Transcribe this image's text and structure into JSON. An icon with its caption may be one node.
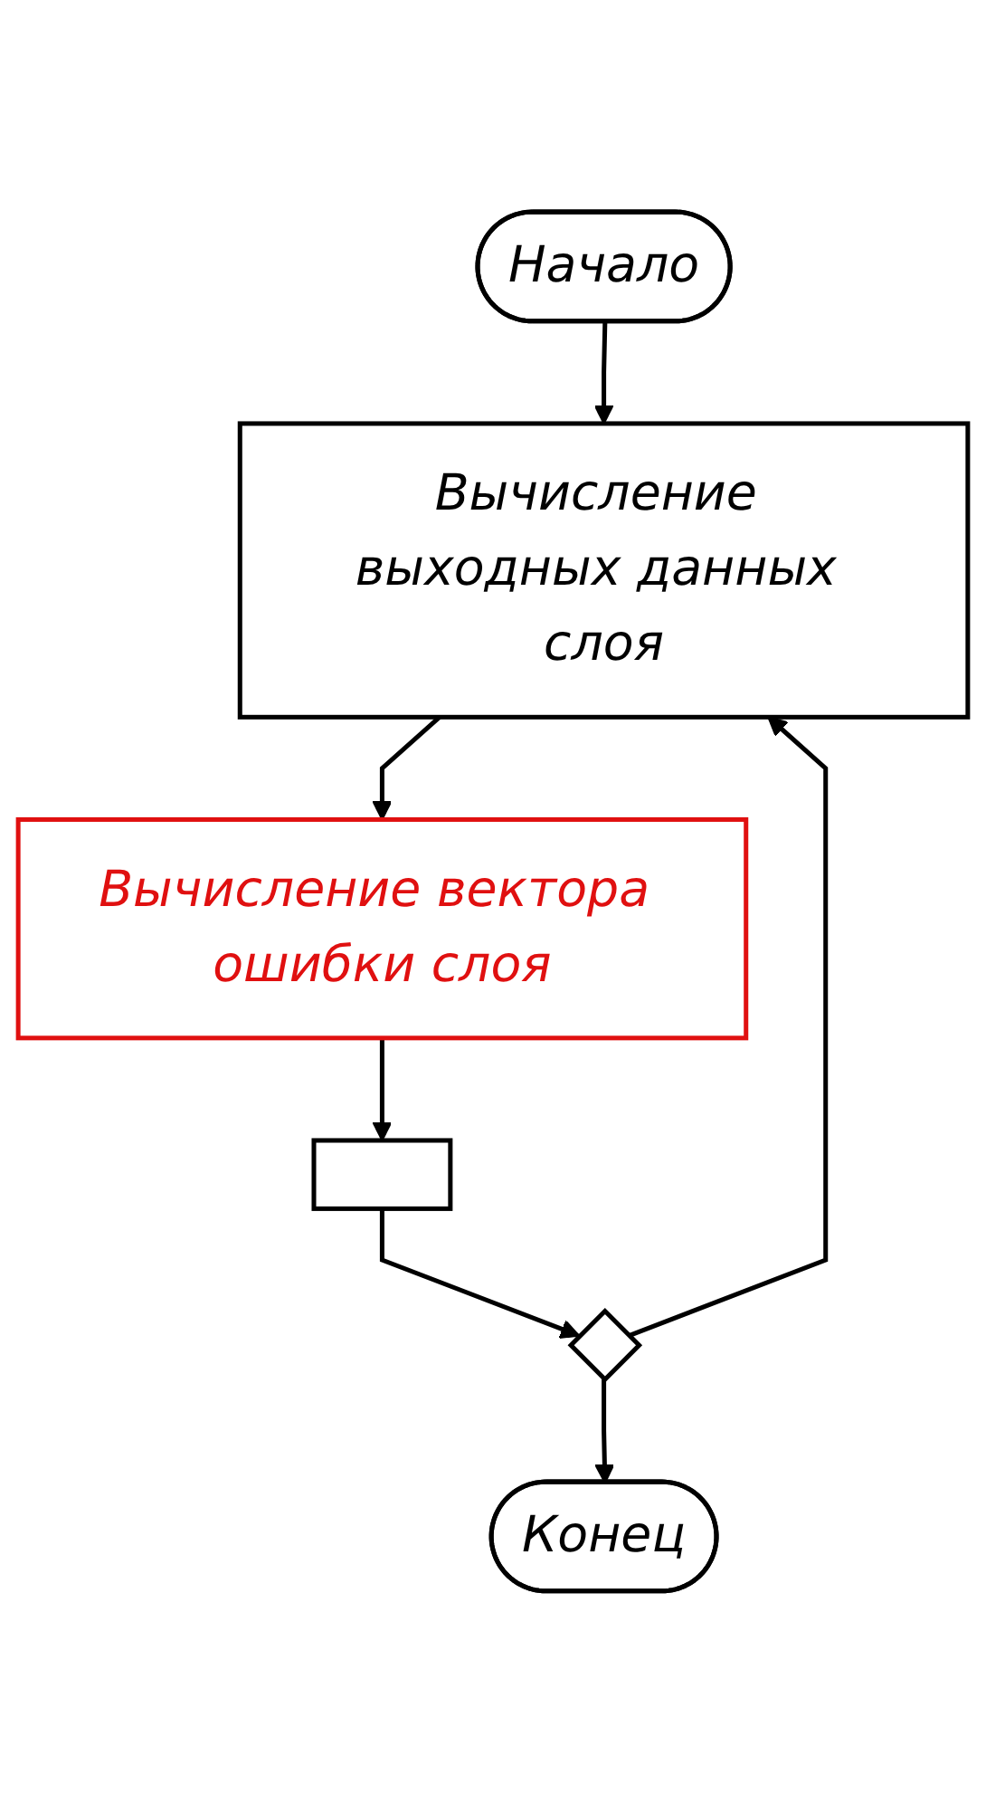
{
  "diagram": {
    "nodes": [
      {
        "text": [
          "Начало"
        ]
      },
      {
        "text": [
          "Вычисление выходных данных слоя"
        ]
      },
      {
        "text": [
          "Вычисление вектора ошибки слоя"
        ]
      },
      {
        "text": [],
        "shape": "box"
      },
      {
        "text": [],
        "shape": "diamond"
      },
      {
        "text": [
          "Конец"
        ]
      }
    ],
    "edges": [
      {
        "from": 0,
        "to": 1,
        "arrow": "to"
      },
      {
        "from": 1,
        "to": 2,
        "arrow": "to"
      },
      {
        "from": 2,
        "to": 3,
        "arrow": "to"
      },
      {
        "from": 3,
        "to": 4,
        "arrow": "to"
      },
      {
        "from": 4,
        "to": 1,
        "arrow": "to"
      },
      {
        "from": 4,
        "to": 5,
        "arrow": "to"
      }
    ]
  }
}
